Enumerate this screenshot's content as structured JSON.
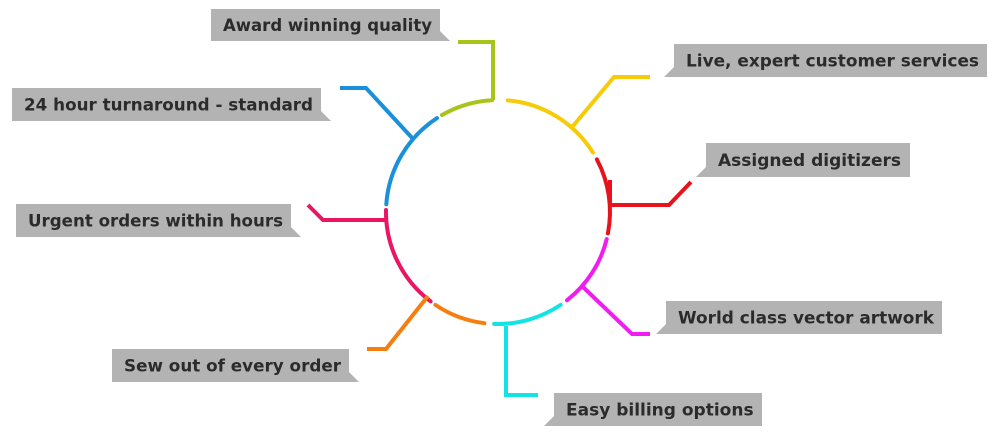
{
  "features": [
    {
      "label": "Award winning quality",
      "color": "#a6c41a"
    },
    {
      "label": "Live, expert customer services",
      "color": "#f7cb07"
    },
    {
      "label": "Assigned digitizers",
      "color": "#e6121c"
    },
    {
      "label": "World class vector artwork",
      "color": "#f01cf0"
    },
    {
      "label": "Easy billing options",
      "color": "#13e3e6"
    },
    {
      "label": "Sew out of every order",
      "color": "#f57e10"
    },
    {
      "label": "Urgent orders within hours",
      "color": "#ea1664"
    },
    {
      "label": "24 hour turnaround - standard",
      "color": "#1a90dc"
    }
  ],
  "colors": {
    "label_background": "#b3b3b3"
  }
}
